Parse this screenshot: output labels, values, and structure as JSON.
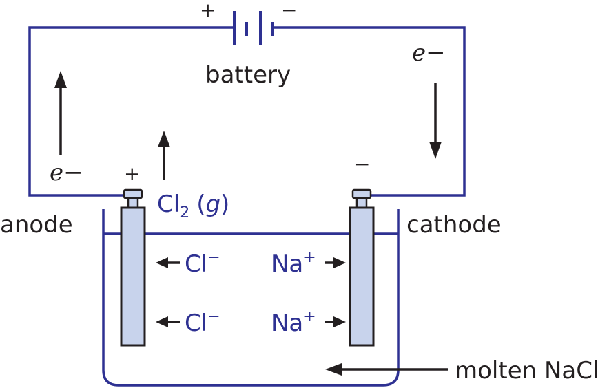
{
  "battery": {
    "label": "battery",
    "plus": "+",
    "minus": "−"
  },
  "electron_left": {
    "symbol": "e",
    "charge": "−"
  },
  "electron_right": {
    "symbol": "e",
    "charge": "−"
  },
  "anode": {
    "label": "anode",
    "sign": "+"
  },
  "cathode": {
    "label": "cathode",
    "sign": "−"
  },
  "gas": {
    "element": "Cl",
    "subscript": "2",
    "state_open": "(",
    "state": "g",
    "state_close": ")"
  },
  "ions": {
    "chloride": [
      {
        "symbol": "Cl",
        "charge": "−"
      },
      {
        "symbol": "Cl",
        "charge": "−"
      }
    ],
    "sodium": [
      {
        "symbol": "Na",
        "charge": "+"
      },
      {
        "symbol": "Na",
        "charge": "+"
      }
    ]
  },
  "electrolyte": {
    "label": "molten NaCl"
  },
  "colors": {
    "wire": "#2e3192",
    "ion_text": "#2e3192",
    "electrode_fill": "#c8d3ec",
    "text": "#231f20"
  }
}
